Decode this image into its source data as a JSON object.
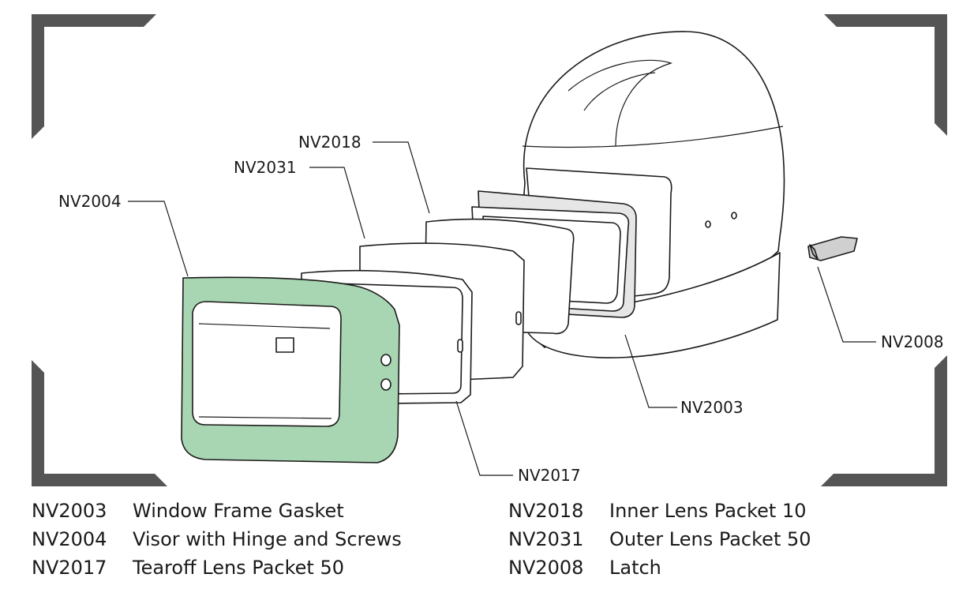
{
  "colors": {
    "frame_corners": "#555555",
    "visor_fill": "#a9d6b2",
    "line": "#1a1a1a",
    "background": "#ffffff"
  },
  "callouts": {
    "nv2018": "NV2018",
    "nv2031": "NV2031",
    "nv2004": "NV2004",
    "nv2008": "NV2008",
    "nv2003": "NV2003",
    "nv2017": "NV2017"
  },
  "legend": [
    {
      "code": "NV2003",
      "desc": "Window Frame Gasket"
    },
    {
      "code": "NV2004",
      "desc": "Visor with Hinge and Screws"
    },
    {
      "code": "NV2017",
      "desc": "Tearoff Lens Packet 50"
    },
    {
      "code": "NV2018",
      "desc": "Inner Lens Packet 10"
    },
    {
      "code": "NV2031",
      "desc": "Outer Lens Packet 50"
    },
    {
      "code": "NV2008",
      "desc": "Latch"
    }
  ]
}
